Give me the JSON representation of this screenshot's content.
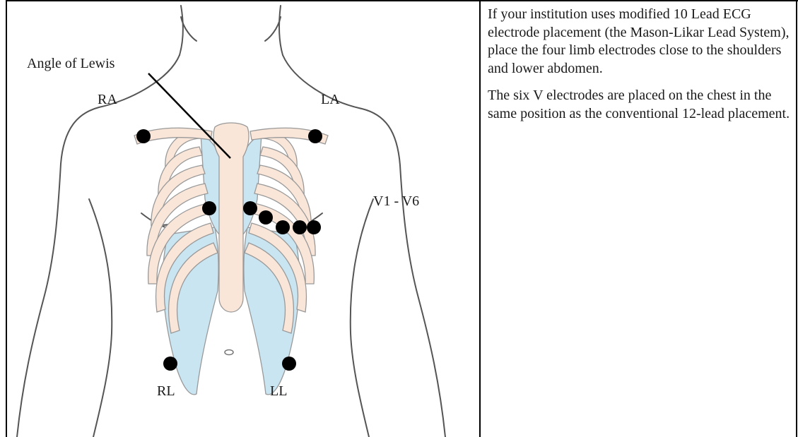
{
  "figure": {
    "labels": {
      "angle_of_lewis": "Angle of Lewis",
      "ra": "RA",
      "la": "LA",
      "v1_v6": "V1 - V6",
      "rl": "RL",
      "ll": "LL"
    },
    "colors": {
      "outline": "#555555",
      "rib_fill": "#fae6d8",
      "cartilage_fill": "#c9e5f2",
      "electrode": "#000000",
      "pointer_line": "#000000"
    }
  },
  "text": {
    "paragraph_1": "If your institution uses modified 10 Lead ECG electrode placement (the Mason-Likar Lead System), place the four limb electrodes close to the shoulders and lower abdomen.",
    "paragraph_2": "The six V electrodes are placed on the chest in the same position as the conventional 12-lead placement."
  }
}
